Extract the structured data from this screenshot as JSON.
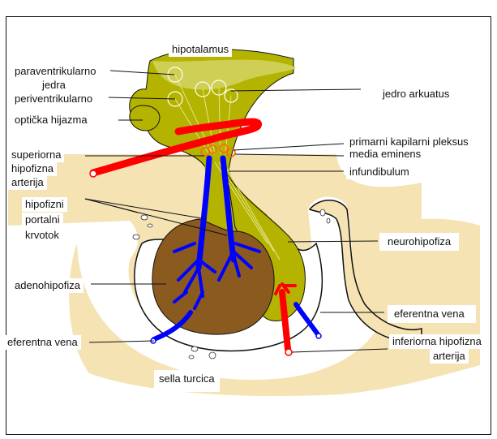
{
  "colors": {
    "bone": "#f5e3b3",
    "hypothalamus": "#b4b400",
    "hypothalamus_light": "#cfcf55",
    "adenohypophysis": "#8b5a1f",
    "artery": "#ff0000",
    "vein": "#0000ff",
    "line": "#111111"
  },
  "labels": {
    "hipotalamus": "hipotalamus",
    "paraventrikularno": "paraventrikularno",
    "jedra": "jedra",
    "periventrikularno": "periventrikularno",
    "opticka_hijazma": "optička hijazma",
    "jedro_arkuatus": "jedro arkuatus",
    "primarni_pleksus": "primarni kapilarni pleksus",
    "media_eminens": "media eminens",
    "infundibulum": "infundibulum",
    "superiorna_1": "superiorna",
    "superiorna_2": "hipofizna",
    "superiorna_3": "arterija",
    "portalni_1": "hipofizni",
    "portalni_2": "portalni",
    "portalni_3": "krvotok",
    "neurohipofiza": "neurohipofiza",
    "adenohipofiza": "adenohipofiza",
    "eferentna_vena_right": "eferentna vena",
    "eferentna_vena_left": "eferentna vena",
    "inferiorna_1": "inferiorna hipofizna",
    "inferiorna_2": "arterija",
    "sella_turcica": "sella turcica"
  }
}
